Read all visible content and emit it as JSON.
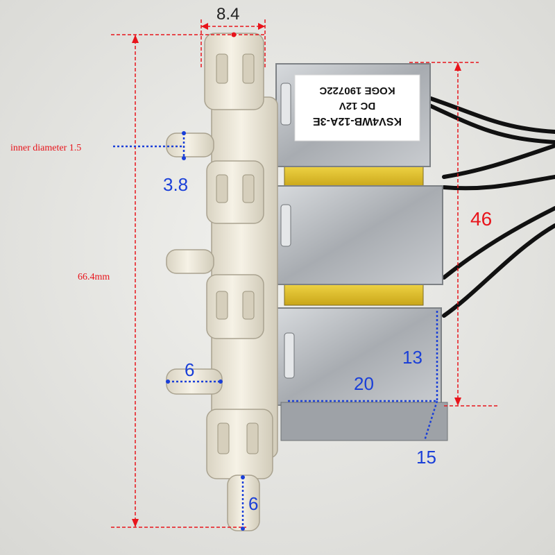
{
  "dimensions": {
    "top_width": "8.4",
    "overall_height": "66.4mm",
    "inner_diameter": "inner diameter 1.5",
    "nozzle_outer_diameter": "3.8",
    "side_nozzle_length": "6",
    "bottom_nozzle_length": "6",
    "valve_height": "46",
    "coil_depth": "13",
    "coil_width": "20",
    "coil_thickness": "15"
  },
  "label": {
    "line1": "KSV4WB-12A-3E",
    "line2": "DC 12V",
    "line3": "KOGE 190722C"
  },
  "colors": {
    "background": "#e9e9e6",
    "dimension_red": "#e8141b",
    "dimension_blue": "#1a3fd8",
    "plastic": "#eee9d9",
    "metal": "#b9bcc0",
    "coil_yellow": "#f1cf2a",
    "wire": "#111111"
  }
}
